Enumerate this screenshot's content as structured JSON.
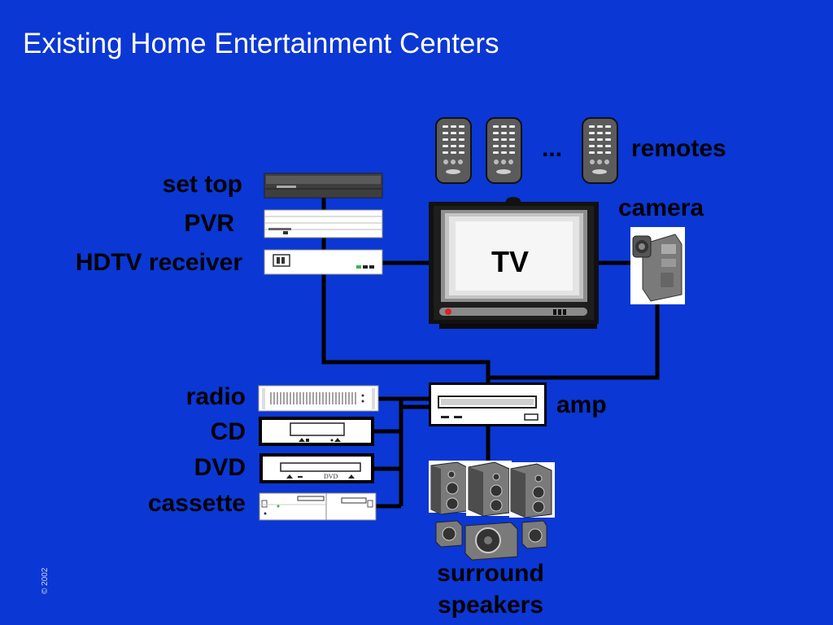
{
  "slide": {
    "title": "Existing Home Entertainment Centers",
    "copyright": "© 2002"
  },
  "devices": {
    "set_top": "set top",
    "pvr": "PVR",
    "hdtv_receiver": "HDTV receiver",
    "radio": "radio",
    "cd": "CD",
    "dvd": "DVD",
    "cassette": "cassette",
    "tv": "TV",
    "amp": "amp",
    "camera": "camera",
    "remotes": "remotes",
    "remotes_ellipsis": "...",
    "surround_line1": "surround",
    "surround_line2": "speakers",
    "dvd_face_text": "DVD"
  },
  "colors": {
    "background": "#0b37d4",
    "title_text": "#ffffff",
    "label_text": "#000000",
    "cable": "#000000"
  }
}
